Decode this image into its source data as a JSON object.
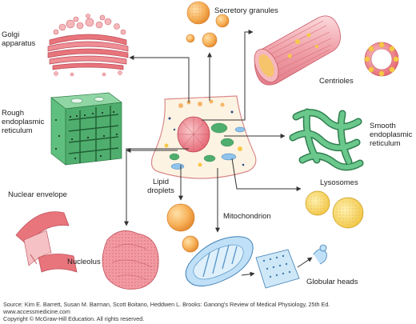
{
  "labels": {
    "secretory_granules": "Secretory granules",
    "golgi": [
      "Golgi",
      "apparatus"
    ],
    "centrioles": "Centrioles",
    "rough_er": [
      "Rough",
      "endoplasmic",
      "reticulum"
    ],
    "smooth_er": [
      "Smooth",
      "endoplasmic",
      "reticulum"
    ],
    "lysosomes": "Lysosomes",
    "lipid_droplets": [
      "Lipid",
      "droplets"
    ],
    "nuclear_envelope": "Nuclear envelope",
    "mitochondrion": "Mitochondrion",
    "nucleolus": "Nucleolus",
    "globular_heads": "Globular heads"
  },
  "source": {
    "line1": "Source: Kim E. Barrett, Susan M. Barman, Scott Boitano, Heddwen L. Brooks: Ganong's Review of Medical Physiology, 25th Ed.",
    "line2": "www.accessmedicine.com",
    "line3": "Copyright © McGraw-Hill Education.  All rights reserved."
  },
  "colors": {
    "golgi": "#e8747c",
    "secretory": "#f4a64a",
    "centriole": "#e9828f",
    "er": "#5fbf7f",
    "lysosome": "#f2c93a",
    "mitochondrion": "#8fc3ec",
    "nucleolus": "#e9737e",
    "arrow": "#333333"
  }
}
